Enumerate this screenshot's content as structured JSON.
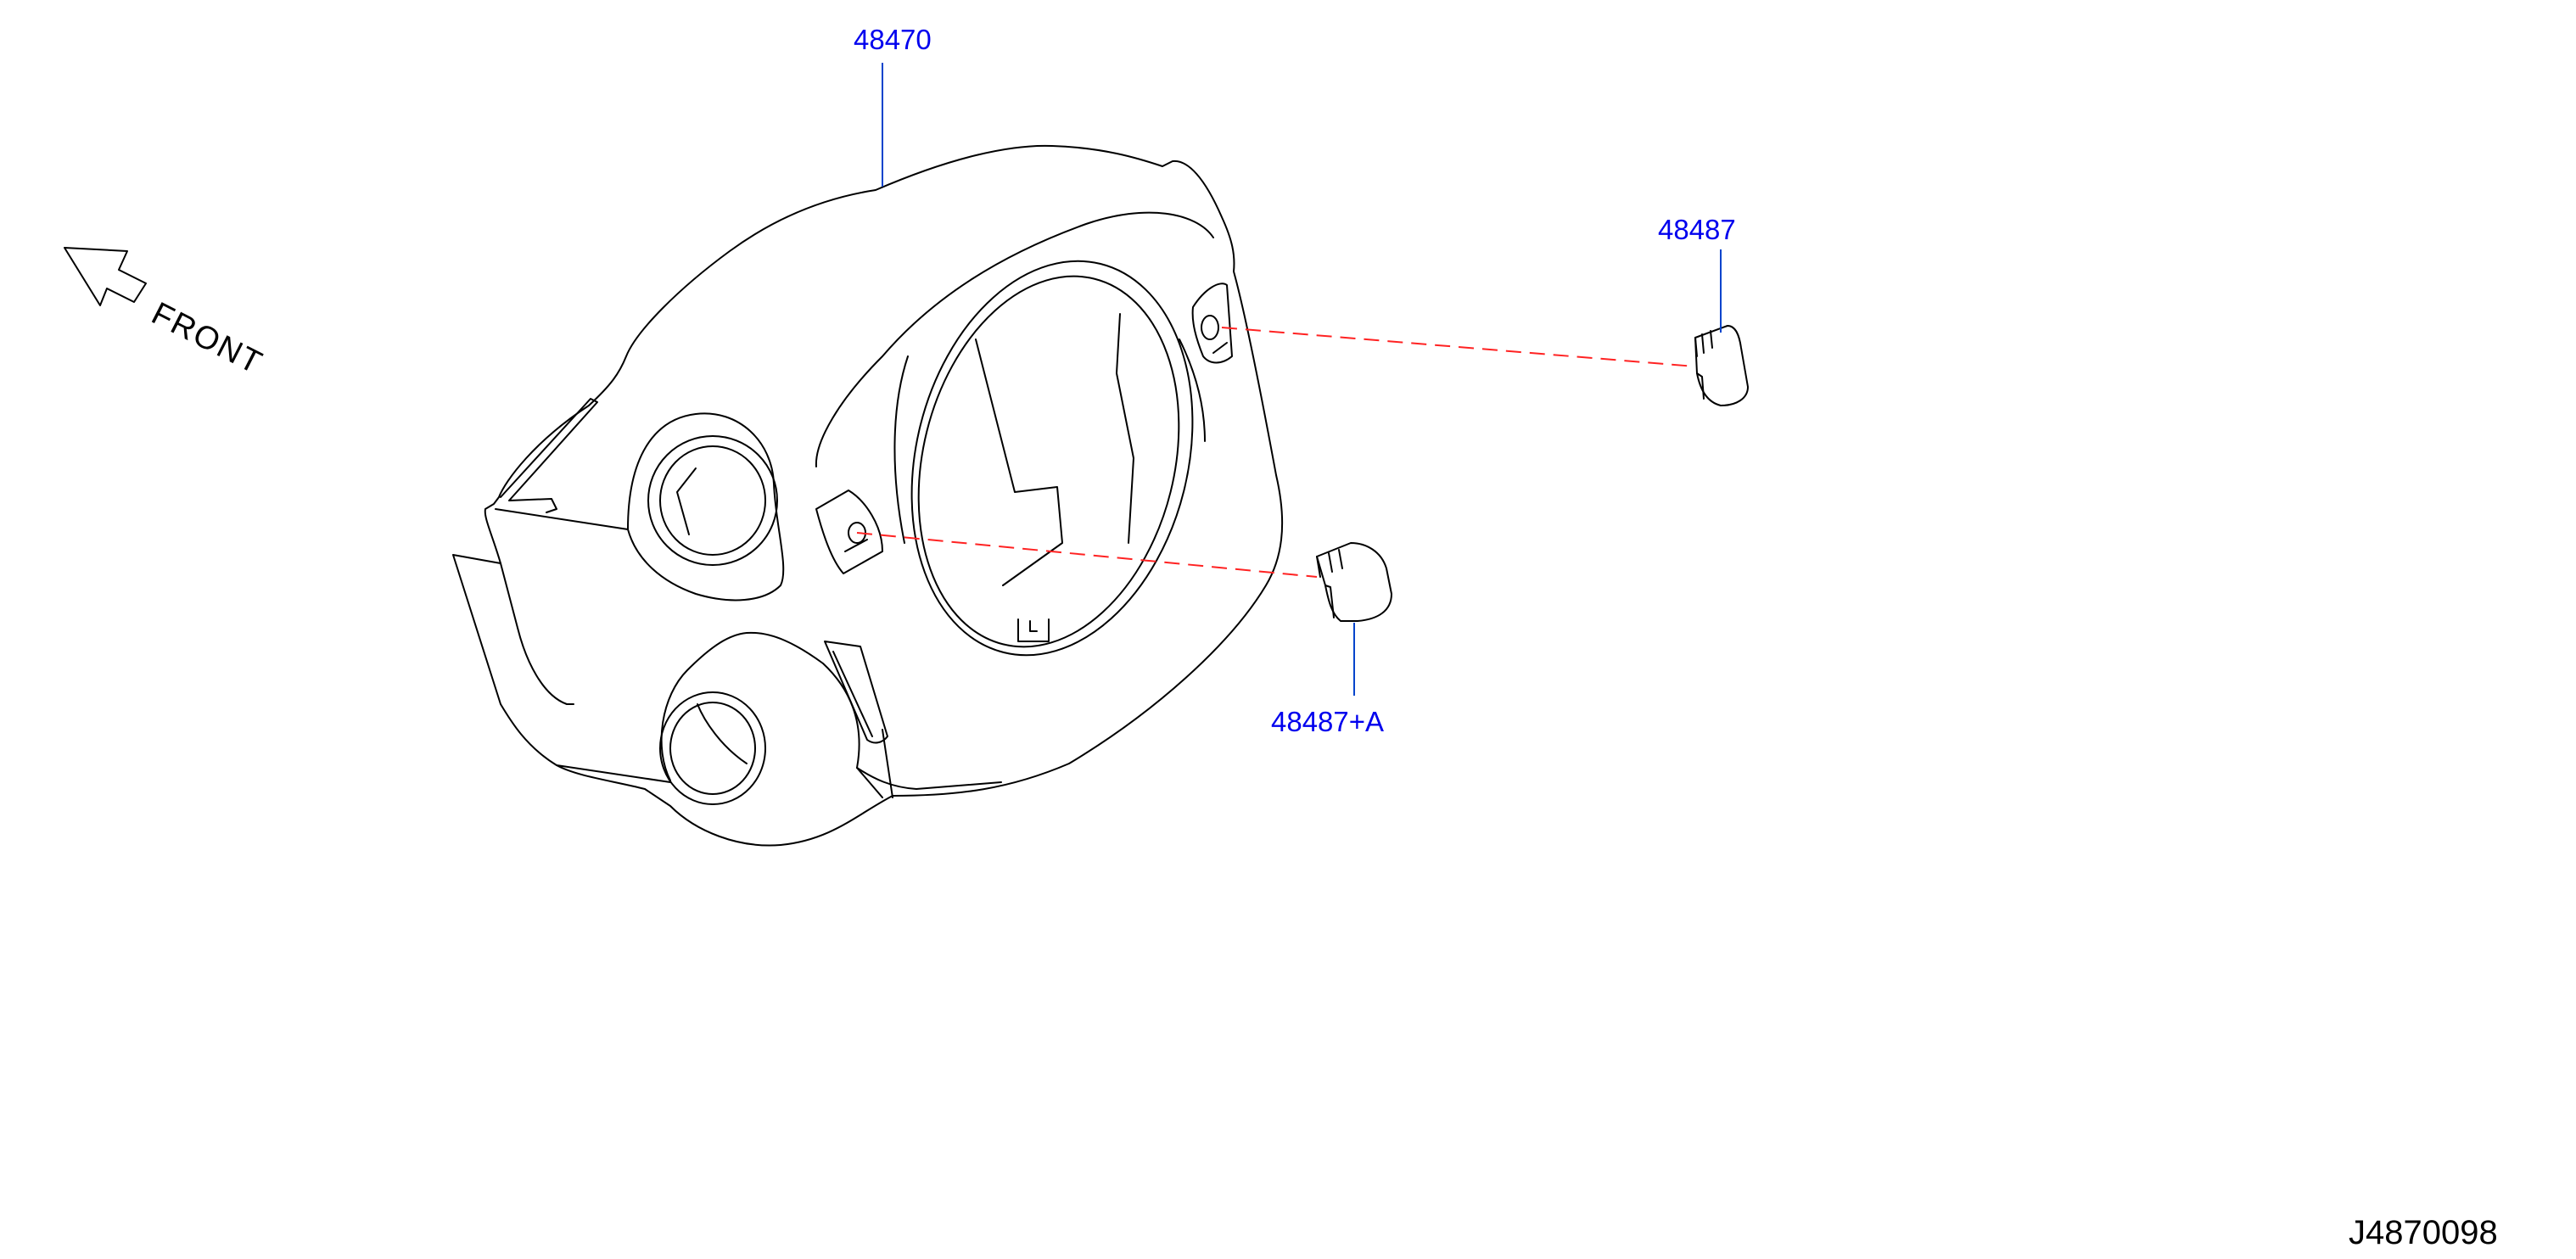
{
  "direction": {
    "label": "FRONT",
    "icon": "front-arrow-icon"
  },
  "callouts": {
    "cover": "48470",
    "cap_upper": "48487",
    "cap_lower": "48487+A"
  },
  "diagram_code": "J4870098",
  "colors": {
    "callout_text": "#0000ee",
    "leader_line": "#0044cc",
    "dashed_line": "#ff2222",
    "linework": "#000000",
    "background": "#ffffff"
  }
}
